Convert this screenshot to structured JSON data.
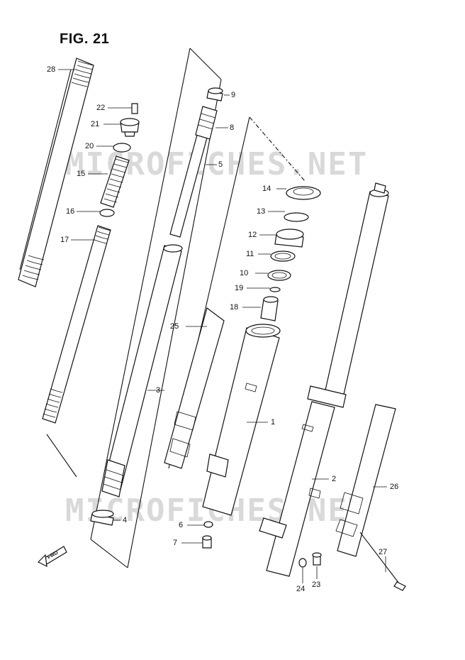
{
  "figure": {
    "title": "FIG. 21"
  },
  "watermarks": [
    "MICROFICHES.NET",
    "MICROFICHES.NET"
  ],
  "fwd_label": "FWD",
  "callouts": {
    "p1": "1",
    "p2": "2",
    "p3": "3",
    "p4": "4",
    "p5": "5",
    "p6": "6",
    "p7": "7",
    "p8": "8",
    "p9": "9",
    "p10": "10",
    "p11": "11",
    "p12": "12",
    "p13": "13",
    "p14": "14",
    "p15": "15",
    "p16": "16",
    "p17": "17",
    "p18": "18",
    "p19": "19",
    "p20": "20",
    "p21": "21",
    "p22": "22",
    "p23": "23",
    "p24": "24",
    "p25": "25",
    "p26": "26",
    "p27": "27",
    "p28": "28"
  }
}
